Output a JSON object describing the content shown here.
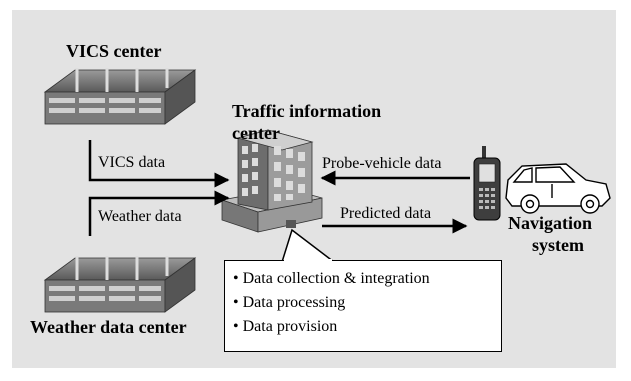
{
  "labels": {
    "vics_center": "VICS center",
    "traffic_center_line1": "Traffic information",
    "traffic_center_line2": "center",
    "vics_data": "VICS data",
    "weather_data": "Weather data",
    "probe_vehicle_data": "Probe-vehicle data",
    "predicted_data": "Predicted data",
    "navigation_line1": "Navigation",
    "navigation_line2": "system",
    "weather_center": "Weather data center"
  },
  "functions": [
    "Data collection & integration",
    "Data processing",
    "Data provision"
  ],
  "icons": {
    "vics_center": "data-center-building-icon",
    "weather_center": "data-center-building-icon",
    "traffic_center": "office-tower-icon",
    "phone": "mobile-phone-icon",
    "car": "car-icon"
  },
  "colors": {
    "panel": "#e3e3e3",
    "arrow": "#000000",
    "building_dark": "#6a6a6a",
    "building_light": "#c8c8c8"
  }
}
